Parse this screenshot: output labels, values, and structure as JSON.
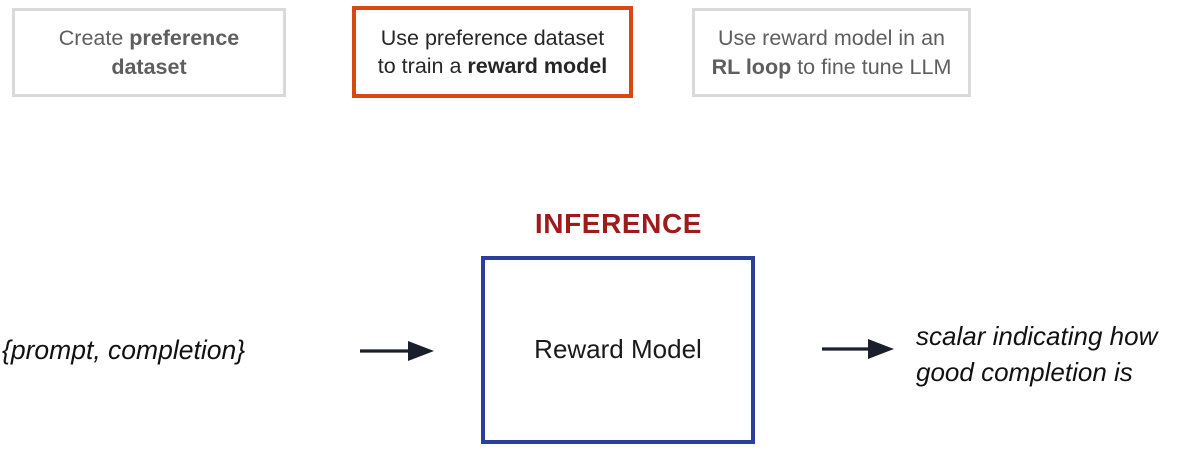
{
  "diagram": {
    "title_text": "INFERENCE",
    "title_color": "#9E1B1B",
    "background_color": "#FFFFFF",
    "steps": [
      {
        "id": "create-preference-dataset",
        "line1_plain": "Create ",
        "line1_bold": "preference",
        "line2_bold": "dataset",
        "border_color": "#D9D9D9",
        "text_color": "#5E5E5E",
        "highlighted": "false"
      },
      {
        "id": "train-reward-model",
        "line1_plain": "Use preference dataset",
        "line2_plain": "to train a ",
        "line2_bold": "reward model",
        "border_color": "#D64A11",
        "text_color": "#262626",
        "highlighted": "true"
      },
      {
        "id": "rl-loop-fine-tune",
        "line1_plain": "Use reward model in an",
        "line2_bold": "RL loop",
        "line2_plain": " to fine tune LLM",
        "border_color": "#D9D9D9",
        "text_color": "#5E5E5E",
        "highlighted": "false"
      }
    ],
    "flow": {
      "input_label": "{prompt, completion}",
      "model_box_label": "Reward Model",
      "model_box_border_color": "#2B3E9B",
      "output_label_line1": "scalar indicating how",
      "output_label_line2": "good completion is",
      "arrow_color": "#1A1F2E",
      "arrow_left_name": "input-to-model-arrow",
      "arrow_right_name": "model-to-output-arrow"
    }
  }
}
